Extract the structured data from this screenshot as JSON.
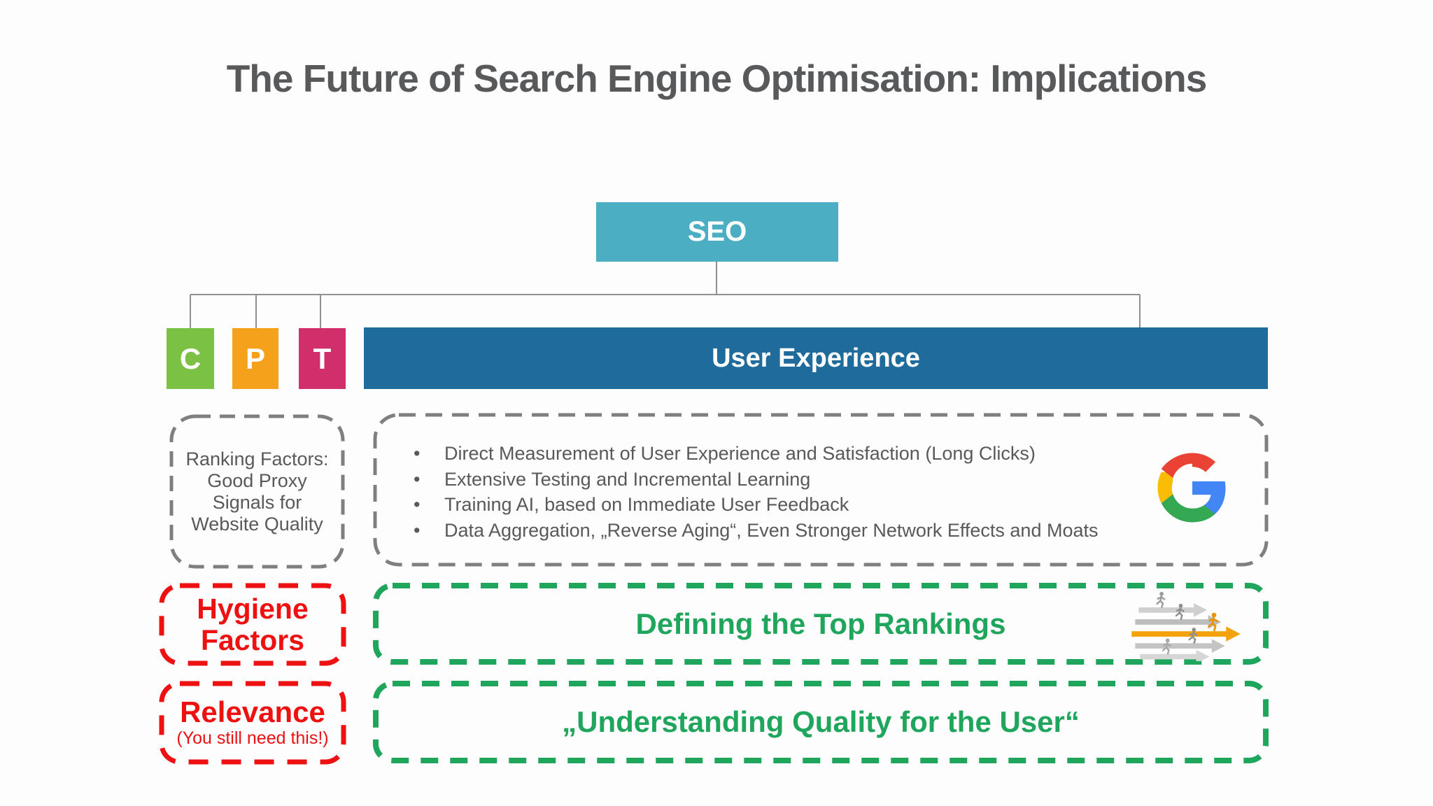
{
  "title": "The Future of Search Engine Optimisation: Implications",
  "tree": {
    "root_label": "SEO",
    "children": [
      {
        "label": "C"
      },
      {
        "label": "P"
      },
      {
        "label": "T"
      },
      {
        "label": "User Experience"
      }
    ]
  },
  "ranking_factors": {
    "lines": [
      "Ranking Factors:",
      "Good Proxy",
      "Signals for",
      "Website Quality"
    ]
  },
  "ux_panel": {
    "bullets": [
      "Direct Measurement of User Experience and Satisfaction (Long Clicks)",
      "Extensive Testing and Incremental Learning",
      "Training AI, based on Immediate User Feedback",
      "Data Aggregation, „Reverse Aging“, Even Stronger Network Effects and Moats"
    ],
    "icon": "google-logo-icon"
  },
  "hygiene": {
    "lines": [
      "Hygiene",
      "Factors"
    ]
  },
  "defining": {
    "label": "Defining the Top Rankings",
    "icon": "runners-race-icon"
  },
  "relevance": {
    "title": "Relevance",
    "subtitle": "(You still need this!)"
  },
  "understanding": {
    "label": "„Understanding Quality for the User“"
  },
  "colors": {
    "seo_teal": "#4BAEC2",
    "c_green": "#7BC143",
    "p_orange": "#F5A11B",
    "t_pink": "#D02F6B",
    "ux_blue": "#1F6C9C",
    "accent_green": "#1FA65C",
    "accent_red": "#EE1111",
    "dash_gray": "#7F7F7F",
    "text_gray": "#595959",
    "title_gray": "#58595B",
    "connector_gray": "#909090",
    "google_blue": "#4285F4",
    "google_red": "#EA4335",
    "google_yellow": "#FBBC05",
    "google_green": "#34A853",
    "runner_gold": "#F2A30B"
  }
}
